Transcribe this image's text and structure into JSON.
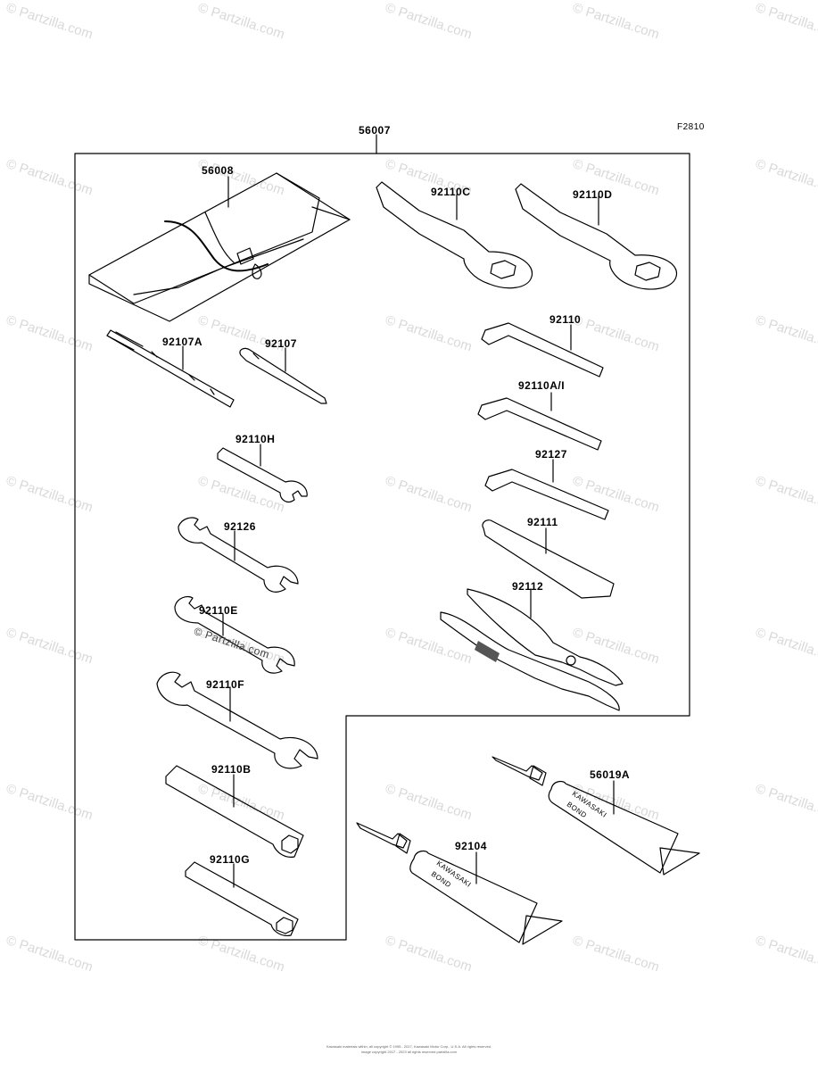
{
  "figure_code": "F2810",
  "assembly_part": "56007",
  "parts": [
    {
      "id": "56008",
      "icon": "tool-bag"
    },
    {
      "id": "92110C",
      "icon": "box-wrench"
    },
    {
      "id": "92110D",
      "icon": "box-wrench"
    },
    {
      "id": "92107A",
      "icon": "screwdriver"
    },
    {
      "id": "92107",
      "icon": "screwdriver"
    },
    {
      "id": "92110",
      "icon": "hex-key"
    },
    {
      "id": "92110A/I",
      "icon": "hex-key"
    },
    {
      "id": "92110H",
      "icon": "open-wrench"
    },
    {
      "id": "92127",
      "icon": "hex-key"
    },
    {
      "id": "92126",
      "icon": "open-wrench"
    },
    {
      "id": "92111",
      "icon": "handle-bar"
    },
    {
      "id": "92112",
      "icon": "pliers"
    },
    {
      "id": "92110E",
      "icon": "open-wrench"
    },
    {
      "id": "92110F",
      "icon": "open-wrench"
    },
    {
      "id": "92110B",
      "icon": "socket-wrench"
    },
    {
      "id": "92110G",
      "icon": "socket-wrench"
    },
    {
      "id": "56019A",
      "icon": "bond-tube"
    },
    {
      "id": "92104",
      "icon": "bond-tube"
    }
  ],
  "tube_label_line1": "KAWASAKI",
  "tube_label_line2": "BOND",
  "watermark": "© Partzilla.com",
  "footer_line1": "Kawasaki materials within, all copyright © 1995 - 2017, Kawasaki Motor Corp., U.S.A. All rights reserved.",
  "footer_line2": "image copyright 2017 - 2023 all rights reserved partzilla.com"
}
